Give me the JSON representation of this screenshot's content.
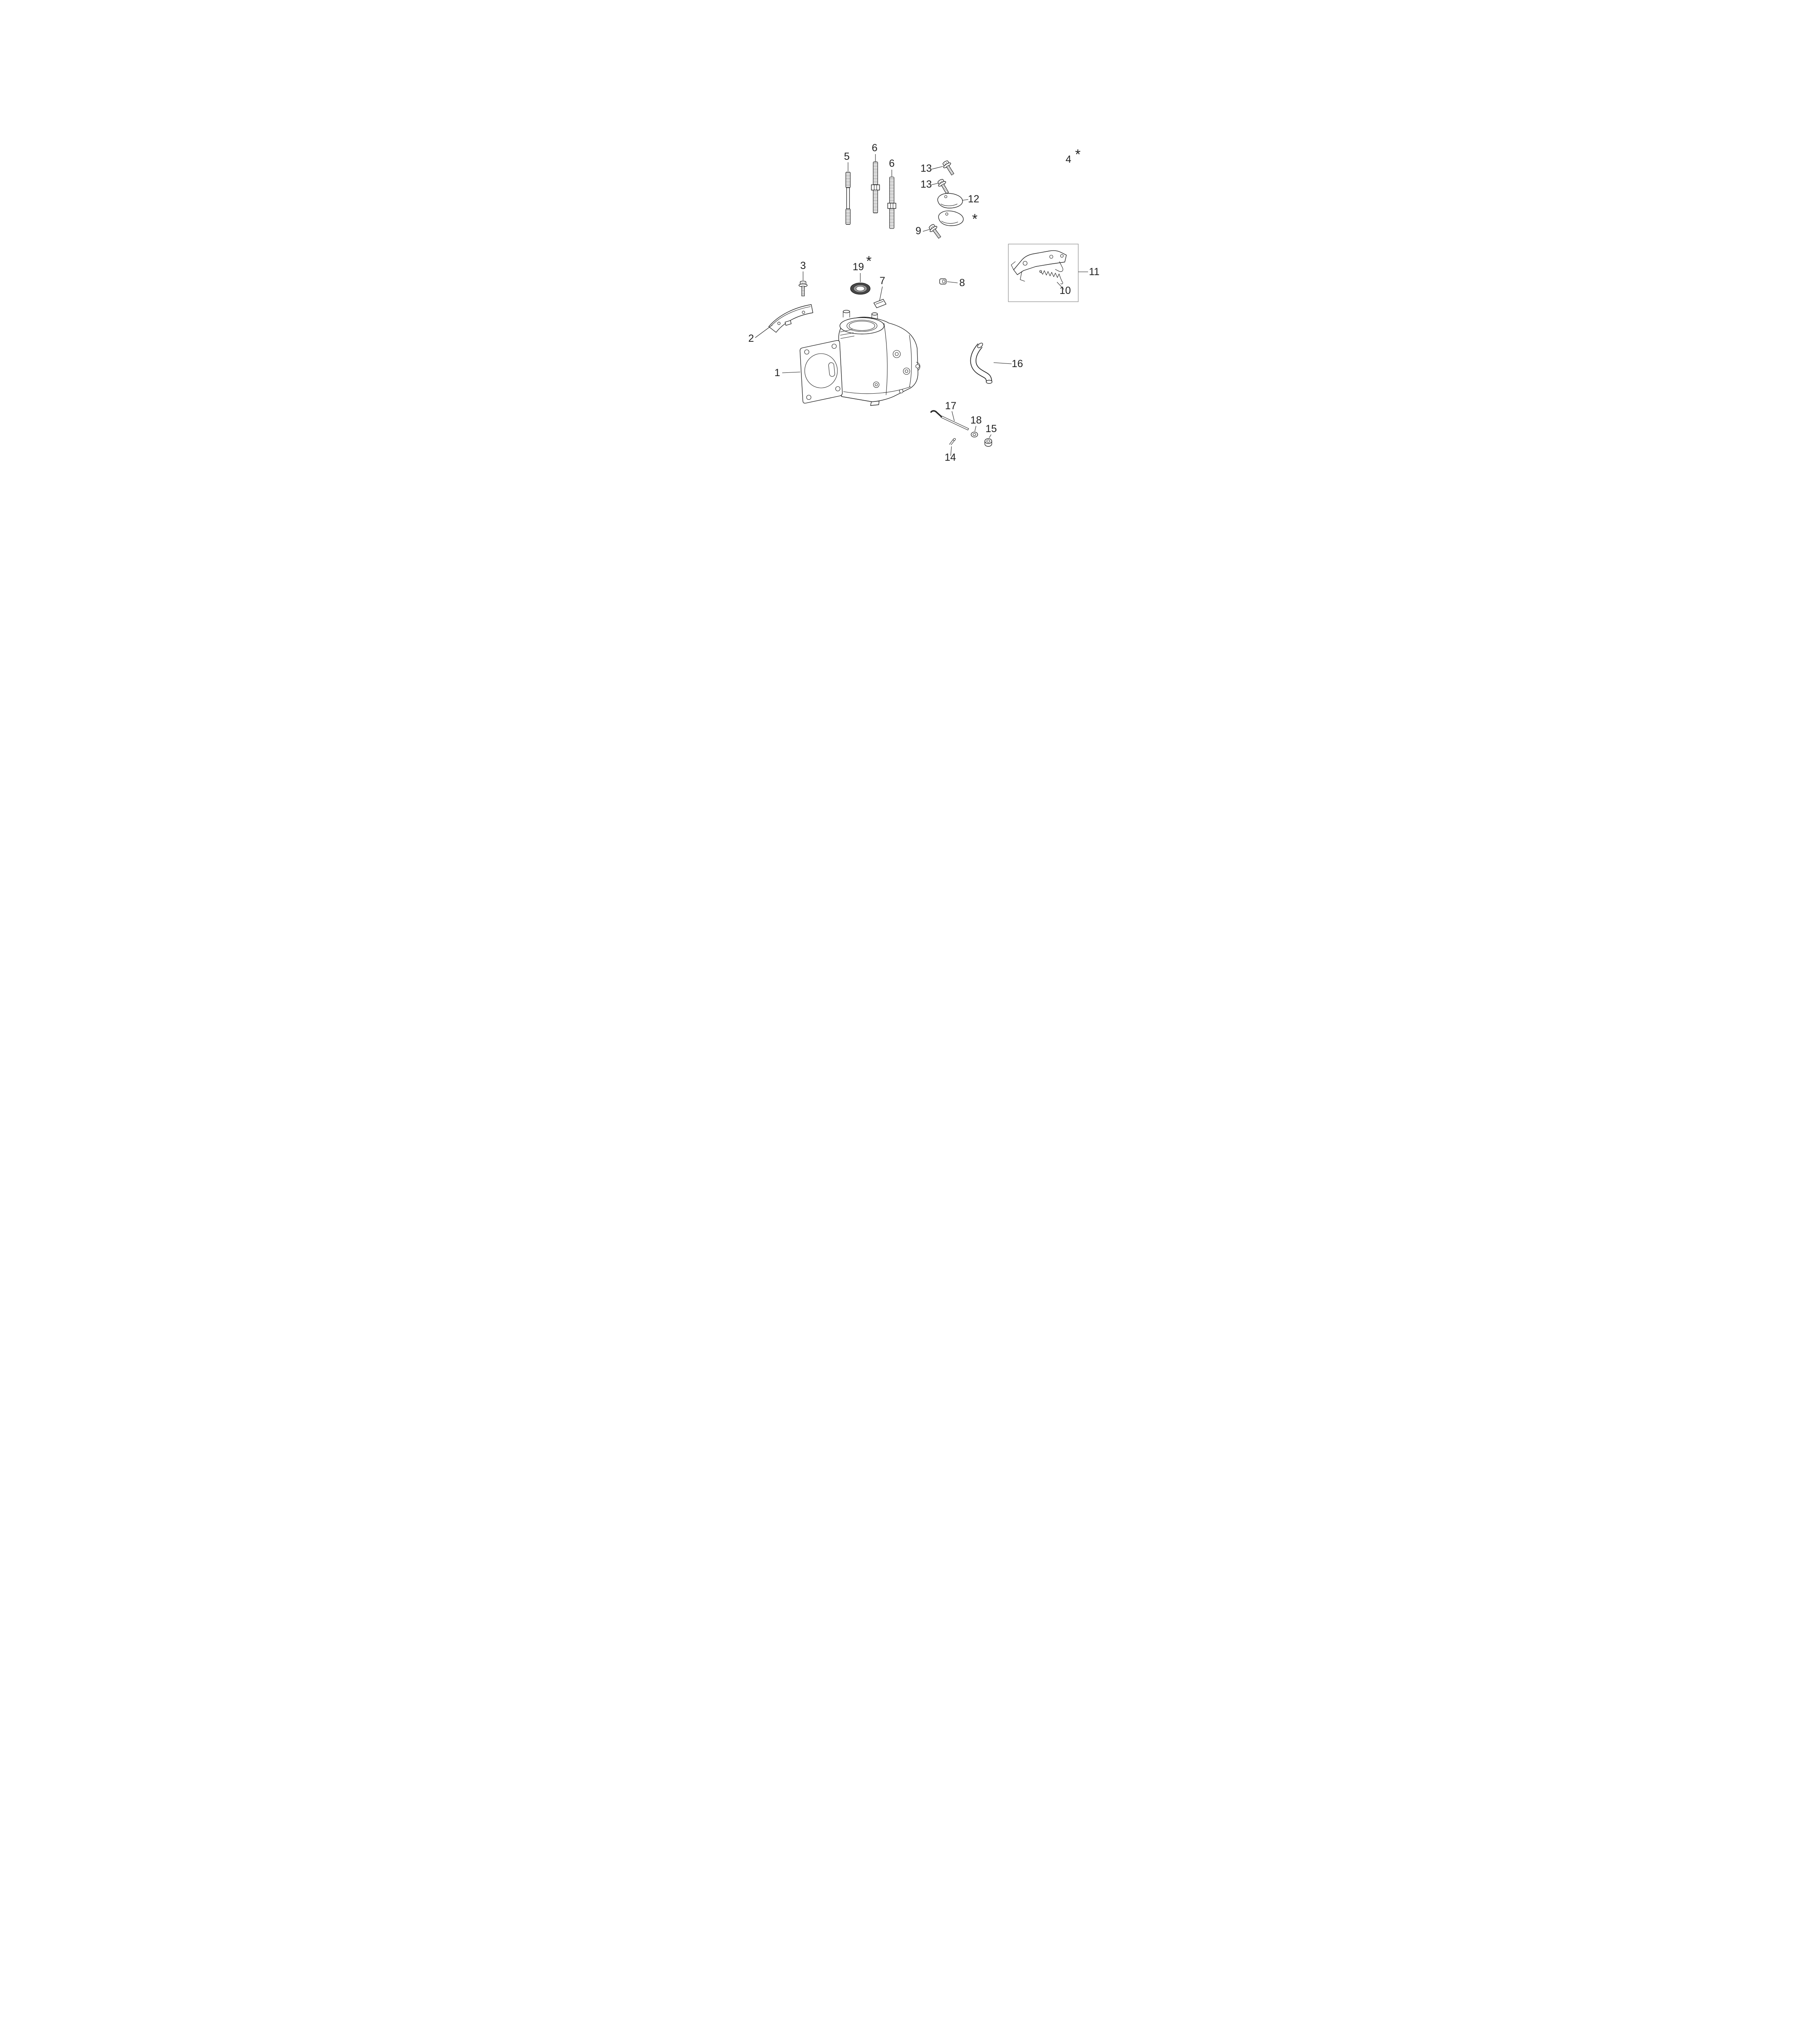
{
  "page": {
    "background": "#ffffff",
    "ink": "#1f1f1f",
    "box_stroke": "#8a8a8a",
    "seal_dark": "#474747",
    "seal_mid": "#9a9a9a"
  },
  "callouts": {
    "p1": "1",
    "p2": "2",
    "p3": "3",
    "p4": "4",
    "p5": "5",
    "p6": "6",
    "p7": "7",
    "p8": "8",
    "p9": "9",
    "p10": "10",
    "p11": "11",
    "p12": "12",
    "p13": "13",
    "p14": "14",
    "p15": "15",
    "p16": "16",
    "p17": "17",
    "p18": "18",
    "p19": "19",
    "star": "*"
  }
}
